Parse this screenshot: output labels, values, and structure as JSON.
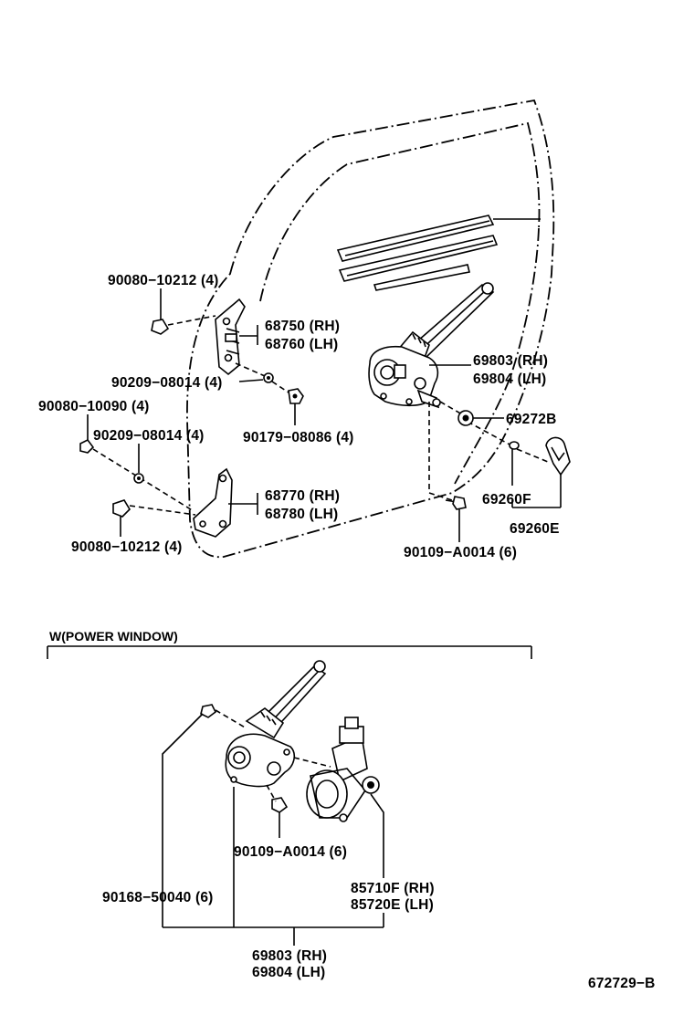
{
  "labels": {
    "bolt_upper": "90080−10212 (4)",
    "hinge_upper_rh": "68750 (RH)",
    "hinge_upper_lh": "68760 (LH)",
    "washer_upper": "90209−08014 (4)",
    "bolt_left": "90080−10090 (4)",
    "washer_lower": "90209−08014 (4)",
    "nut": "90179−08086 (4)",
    "hinge_lower_rh": "68770 (RH)",
    "hinge_lower_lh": "68780 (LH)",
    "bolt_lower": "90080−10212 (4)",
    "regulator_rh": "69803 (RH)",
    "regulator_lh": "69804 (LH)",
    "part_69272b": "69272B",
    "part_69260f": "69260F",
    "part_69260e": "69260E",
    "bolt_regulator": "90109−A0014 (6)",
    "power_window_title": "W(POWER WINDOW)",
    "pw_bolt": "90109−A0014 (6)",
    "pw_screw": "90168−50040 (6)",
    "motor_rh": "85710F (RH)",
    "motor_lh": "85720E (LH)",
    "pw_regulator_rh": "69803 (RH)",
    "pw_regulator_lh": "69804 (LH)",
    "figure_code": "672729−B"
  }
}
